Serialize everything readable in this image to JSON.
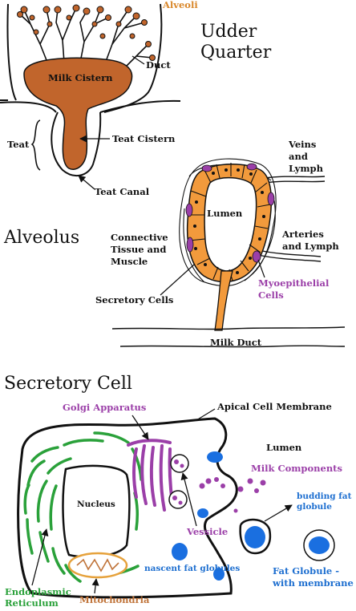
{
  "colors": {
    "milk_brown": "#c1652c",
    "alveolus_orange": "#f29a3c",
    "myoepithelial_purple": "#9b3fa8",
    "golgi_purple": "#9b3fa8",
    "er_green": "#2aa13a",
    "mito_orange": "#e6a23c",
    "fat_blue": "#1a6fe0"
  },
  "udder": {
    "title_line1": "Udder",
    "title_line2": "Quarter",
    "alveoli": "Alveoli",
    "duct": "Duct",
    "milk_cistern": "Milk Cistern",
    "teat": "Teat",
    "teat_cistern": "Teat Cistern",
    "teat_canal": "Teat Canal"
  },
  "alveolus": {
    "title": "Alveolus",
    "lumen": "Lumen",
    "veins_line1": "Veins",
    "veins_line2": "and",
    "veins_line3": "Lymph",
    "arteries_line1": "Arteries",
    "arteries_line2": "and Lymph",
    "connective_line1": "Connective",
    "connective_line2": "Tissue and",
    "connective_line3": "Muscle",
    "myo_line1": "Myoepithelial",
    "myo_line2": "Cells",
    "secretory_cells": "Secretory Cells",
    "milk_duct": "Milk Duct"
  },
  "cell": {
    "title": "Secretory Cell",
    "golgi": "Golgi Apparatus",
    "apical_membrane": "Apical Cell Membrane",
    "lumen": "Lumen",
    "milk_components": "Milk Components",
    "budding_line1": "budding fat",
    "budding_line2": "globule",
    "nucleus": "Nucleus",
    "vessicle": "Vessicle",
    "nascent": "nascent fat globules",
    "fat_globule_line1": "Fat Globule -",
    "fat_globule_line2": "with membrane",
    "er_line1": "Endoplasmic",
    "er_line2": "Reticulum",
    "mitochondria": "Mitochondria"
  }
}
